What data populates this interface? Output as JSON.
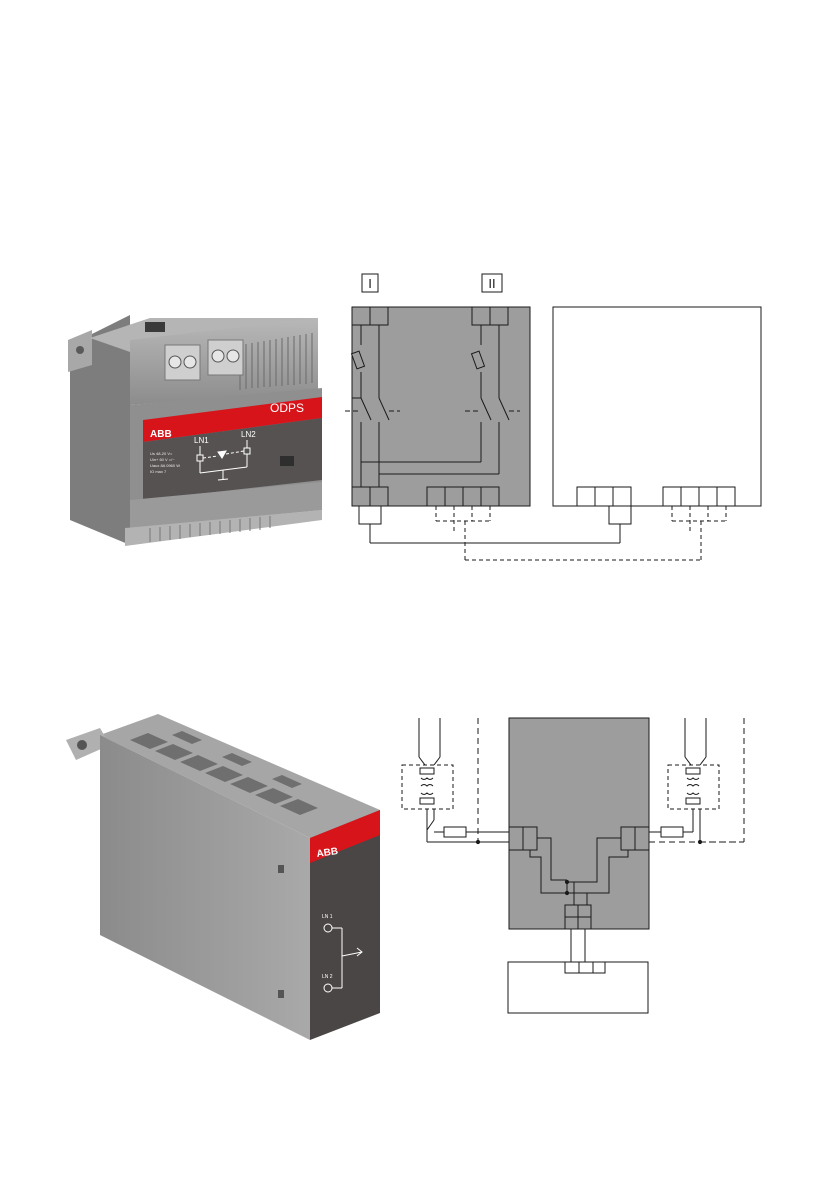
{
  "colors": {
    "abb_red": "#d7141a",
    "device_grey": "#8a8a8a",
    "device_dark": "#4a4646",
    "diagram_fill": "#9d9d9d",
    "line": "#1a1a1a"
  },
  "product_top": {
    "brand": "ABB",
    "model": "ODPS",
    "input_1": "LN1",
    "input_2": "LN2",
    "spec_lines": [
      "Us   48-20 V=",
      "Uin+ 60 V =/~",
      "Uaux 8A   0960 W",
      "IO max  7"
    ]
  },
  "diagram_top": {
    "label_1": "I",
    "label_2": "II"
  },
  "product_bottom": {
    "brand": "ABB",
    "input_1": "LN 1",
    "input_2": "LN 2"
  }
}
